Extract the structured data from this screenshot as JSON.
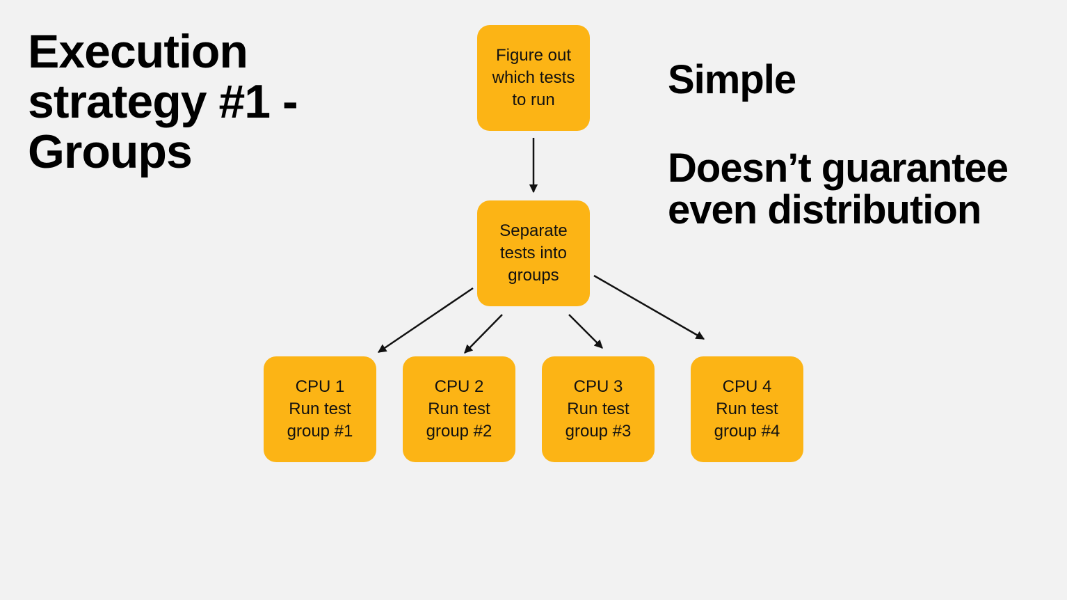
{
  "slide": {
    "title_lines": [
      "Execution",
      "strategy #1 -",
      "Groups"
    ],
    "points": [
      {
        "lines": [
          "Simple"
        ]
      },
      {
        "lines": [
          "Doesn’t guarantee",
          "even distribution"
        ]
      }
    ],
    "accent_color": "#fcb415",
    "background_color": "#f2f2f2"
  },
  "diagram": {
    "nodes": [
      {
        "id": "plan",
        "lines": [
          "Figure out",
          "which tests",
          "to run"
        ]
      },
      {
        "id": "split",
        "lines": [
          "Separate",
          "tests into",
          "groups"
        ]
      },
      {
        "id": "cpu1",
        "lines": [
          "CPU 1",
          "Run test",
          "group #1"
        ]
      },
      {
        "id": "cpu2",
        "lines": [
          "CPU 2",
          "Run test",
          "group #2"
        ]
      },
      {
        "id": "cpu3",
        "lines": [
          "CPU 3",
          "Run test",
          "group #3"
        ]
      },
      {
        "id": "cpu4",
        "lines": [
          "CPU 4",
          "Run test",
          "group #4"
        ]
      }
    ],
    "edges": [
      {
        "from": "plan",
        "to": "split"
      },
      {
        "from": "split",
        "to": "cpu1"
      },
      {
        "from": "split",
        "to": "cpu2"
      },
      {
        "from": "split",
        "to": "cpu3"
      },
      {
        "from": "split",
        "to": "cpu4"
      }
    ]
  }
}
